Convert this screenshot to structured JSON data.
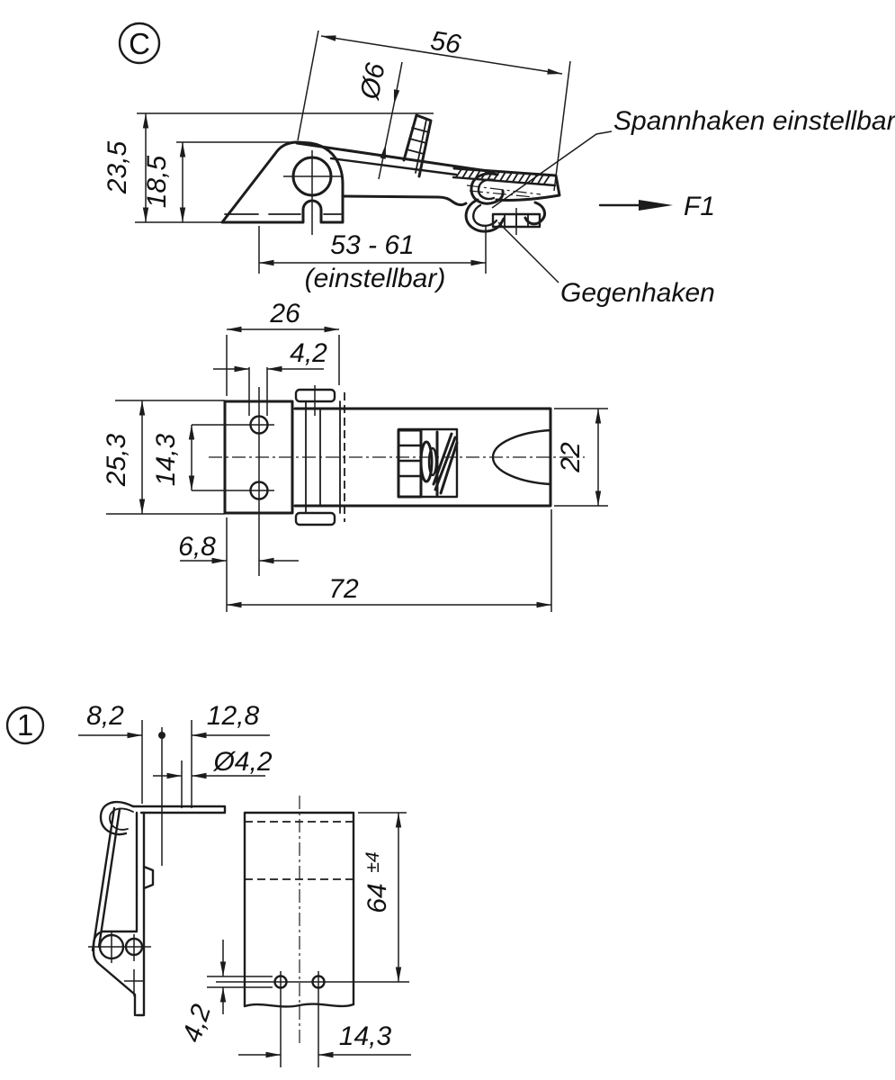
{
  "meta": {
    "background": "#ffffff",
    "line_color": "#1c1c1c",
    "drawing_type": "technical drawing, adjustable toggle latch with counter hook"
  },
  "view_c": {
    "view_label": "C",
    "dim_56": "56",
    "dim_dia6": "Ø6",
    "dim_23_5": "23,5",
    "dim_18_5": "18,5",
    "dim_53_61": "53 - 61",
    "dim_53_61_note": "(einstellbar)",
    "label_spannhaken": "Spannhaken einstellbar",
    "label_gegenhaken": "Gegenhaken",
    "label_force": "F1"
  },
  "view_plan": {
    "dim_26": "26",
    "dim_4_2": "4,2",
    "dim_25_3": "25,3",
    "dim_14_3": "14,3",
    "dim_22": "22",
    "dim_6_8": "6,8",
    "dim_72": "72"
  },
  "view_1": {
    "view_label": "1",
    "dim_8_2": "8,2",
    "dim_12_8": "12,8",
    "dim_dia4_2": "Ø4,2",
    "dim_64": "64",
    "dim_64_tol": "±4",
    "dim_4_2": "4,2",
    "dim_14_3": "14,3"
  }
}
